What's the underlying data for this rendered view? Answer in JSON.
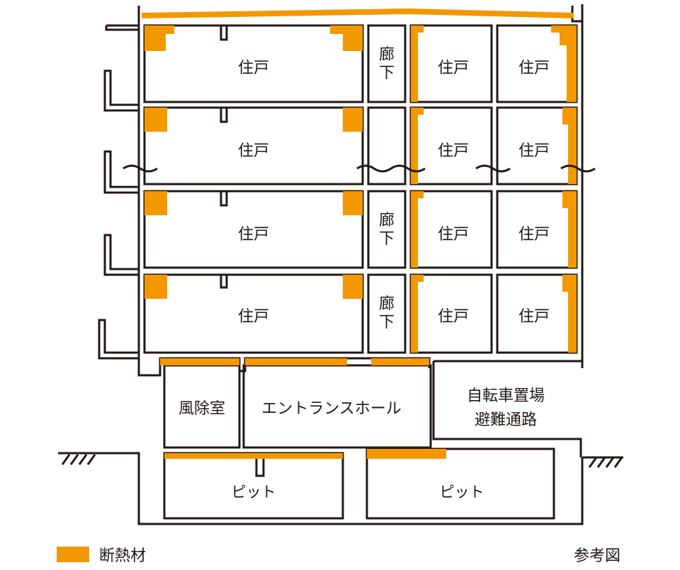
{
  "colors": {
    "insulation": "#F39800",
    "wall": "#231815",
    "background": "#FFFFFF"
  },
  "labels": {
    "unit": "住戸",
    "corridor": "廊下",
    "windbreak": "風除室",
    "entrance_hall": "エントランスホール",
    "bike_parking_line1": "自転車置場",
    "bike_parking_line2": "避難通路",
    "pit": "ピット"
  },
  "legend": {
    "label": "断熱材",
    "swatch_color": "#F39800"
  },
  "note": "参考図"
}
